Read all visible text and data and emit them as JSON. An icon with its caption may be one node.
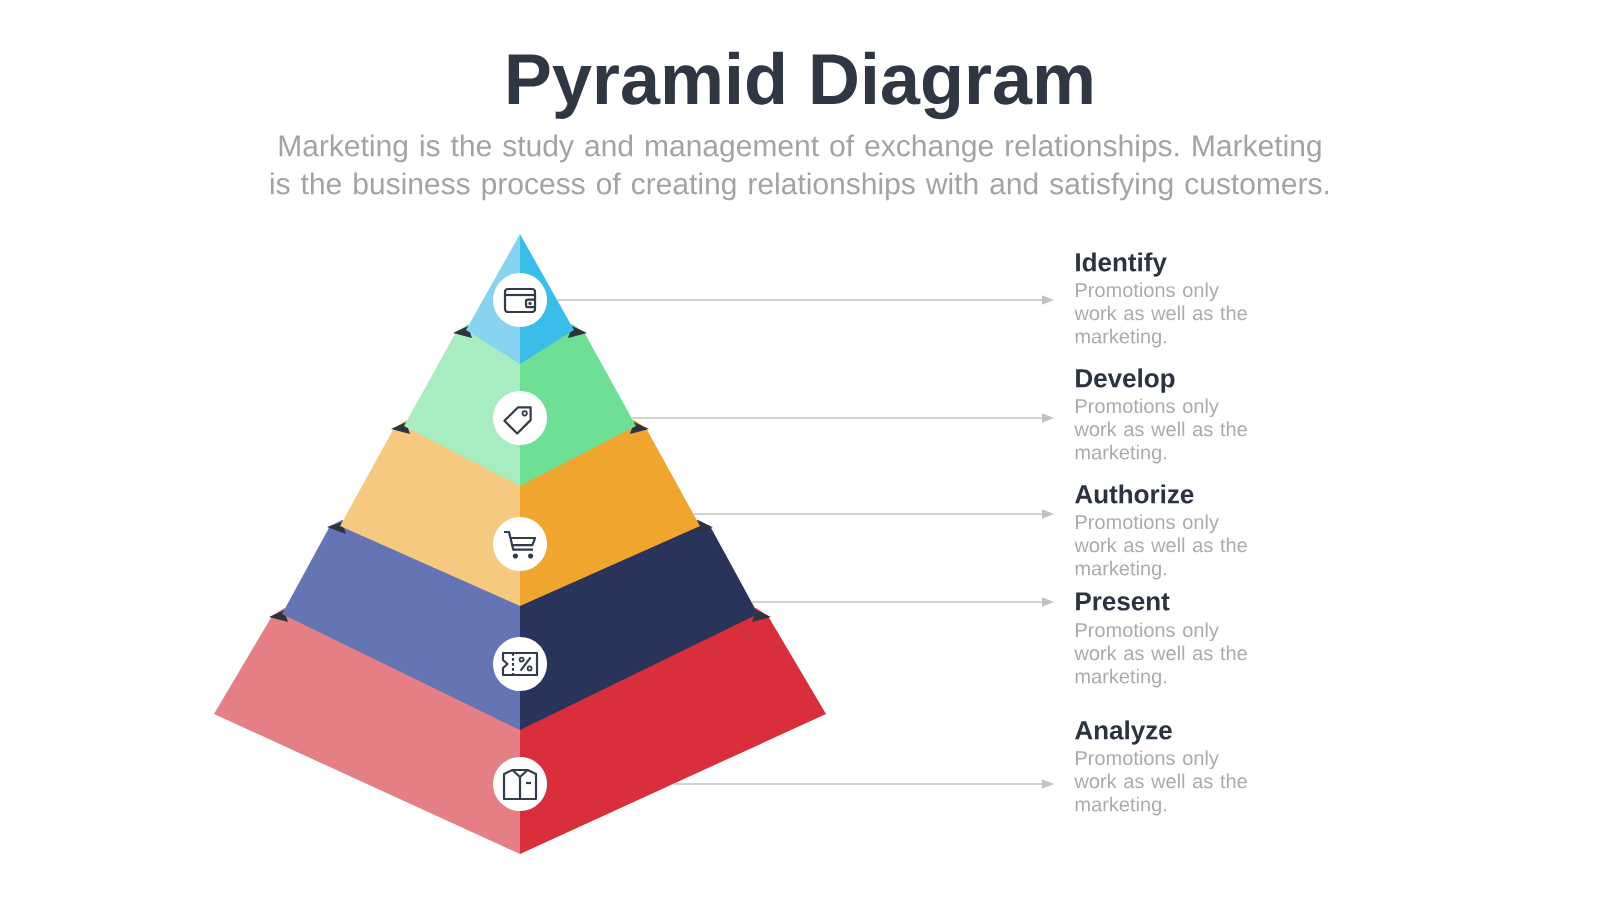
{
  "diagram": {
    "title": "Pyramid Diagram",
    "nodes": [
      {
        "text": [],
        "shape": "triangle"
      },
      {
        "text": [],
        "shape": "trapezoid"
      },
      {
        "text": [],
        "shape": "trapezoid"
      },
      {
        "text": [],
        "shape": "trapezoid"
      },
      {
        "text": [],
        "shape": "trapezoid"
      },
      {
        "text": [
          "Identify",
          "Promotions only work as well as the marketing."
        ]
      },
      {
        "text": [
          "Develop",
          "Promotions only work as well as the marketing."
        ]
      },
      {
        "text": [
          "Authorize",
          "Promotions only work as well as the marketing."
        ]
      },
      {
        "text": [
          "Present",
          "Promotions only work as well as the marketing."
        ]
      },
      {
        "text": [
          "Analyze",
          "Promotions only work as well as the marketing."
        ]
      }
    ],
    "edges": [
      {
        "from": 0,
        "to": 5,
        "arrow": "to"
      },
      {
        "from": 1,
        "to": 6,
        "arrow": "to"
      },
      {
        "from": 2,
        "to": 7,
        "arrow": "to"
      },
      {
        "from": 3,
        "to": 8,
        "arrow": "to"
      },
      {
        "from": 4,
        "to": 9,
        "arrow": "to"
      }
    ],
    "labels": [
      "Marketing is the study and management of exchange relationships. Marketing is the business process of creating relationships with and satisfying customers."
    ]
  }
}
